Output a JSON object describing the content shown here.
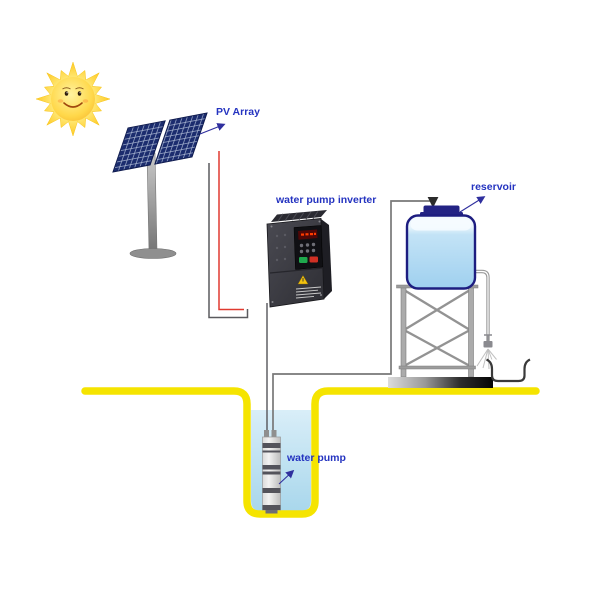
{
  "diagram": {
    "description": "Solar photovoltaic water pump system diagram",
    "labels": {
      "pv_array": "PV Array",
      "inverter": "water pump inverter",
      "reservoir": "reservoir",
      "water_pump": "water pump"
    },
    "colors": {
      "label_text": "#2433c0",
      "arrow_blue": "#2f2f9e",
      "ground_yellow": "#f5e400",
      "well_water": "#bcdfef",
      "tank_water": "#a5d3ef",
      "tank_border": "#1d1d80",
      "panel_navy": "#1b2c6e",
      "panel_grid": "#b8c4dc",
      "wire_red": "#e03a30",
      "wire_dark": "#5a5a5e",
      "pipe_gray": "#9a9a9a",
      "inverter_body": "#3c3c44",
      "sun_yellow": "#ffd633",
      "run_button_green": "#1fa84d",
      "stop_button_red": "#d03024"
    },
    "components": [
      "sun",
      "pv-array",
      "panel-pole",
      "pv-wires",
      "water-pump-inverter",
      "pump-cable",
      "water-pipe",
      "well",
      "water-pump",
      "reservoir-tank",
      "tank-stand",
      "outlet-pipe",
      "faucet",
      "basin",
      "ground"
    ]
  }
}
